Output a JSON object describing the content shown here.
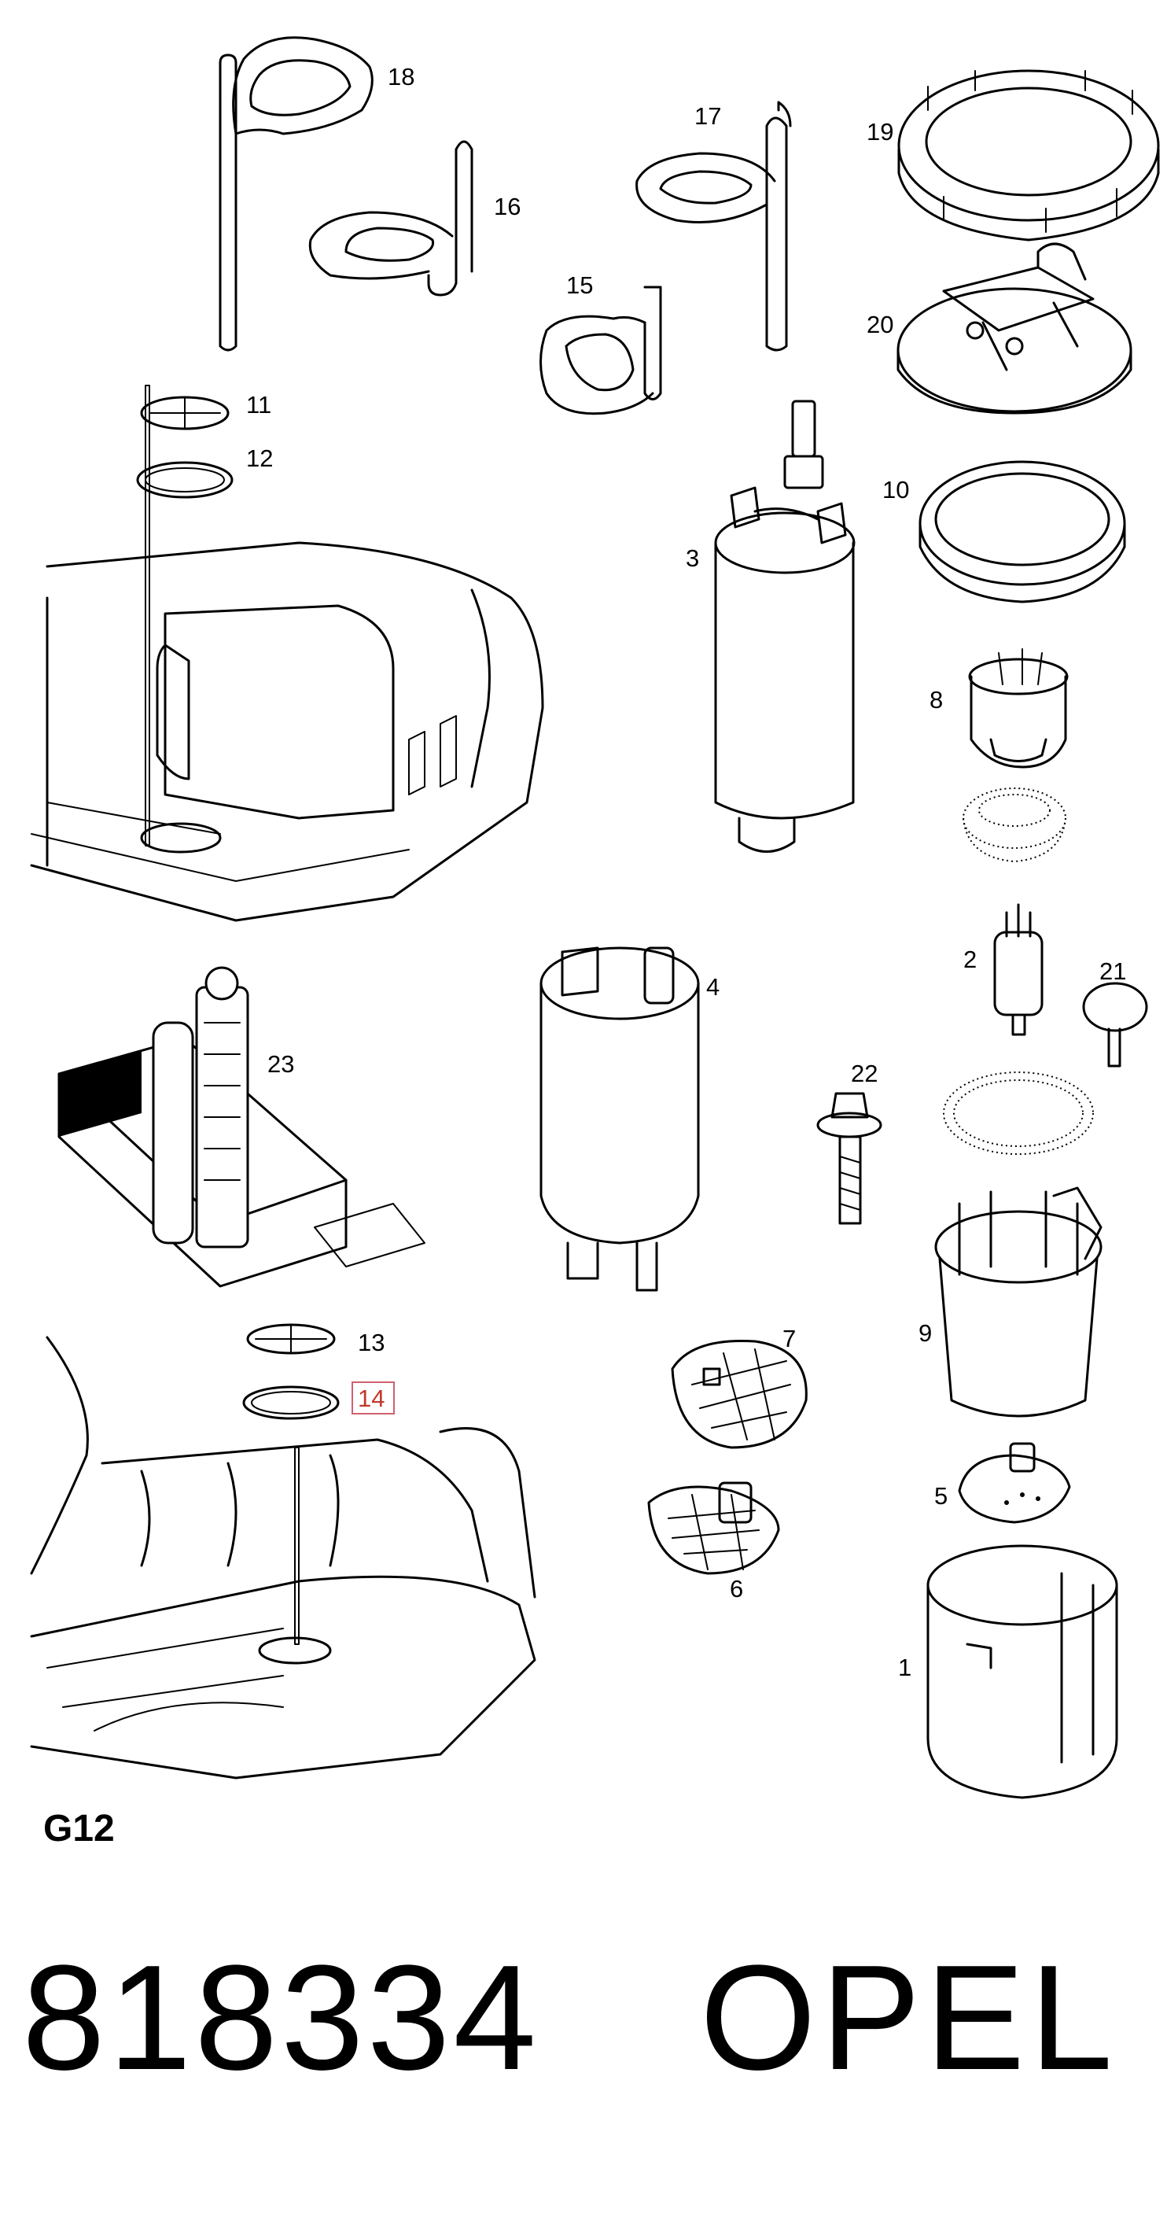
{
  "callouts": {
    "c1": "1",
    "c2": "2",
    "c3": "3",
    "c4": "4",
    "c5": "5",
    "c6": "6",
    "c7": "7",
    "c8": "8",
    "c9": "9",
    "c10": "10",
    "c11": "11",
    "c12": "12",
    "c13": "13",
    "c14": "14",
    "c15": "15",
    "c16": "16",
    "c17": "17",
    "c18": "18",
    "c19": "19",
    "c20": "20",
    "c21": "21",
    "c22": "22",
    "c23": "23"
  },
  "section_label": "G12",
  "highlighted_callout": "14",
  "footer": {
    "part_number": "818334",
    "brand": "OPEL"
  }
}
